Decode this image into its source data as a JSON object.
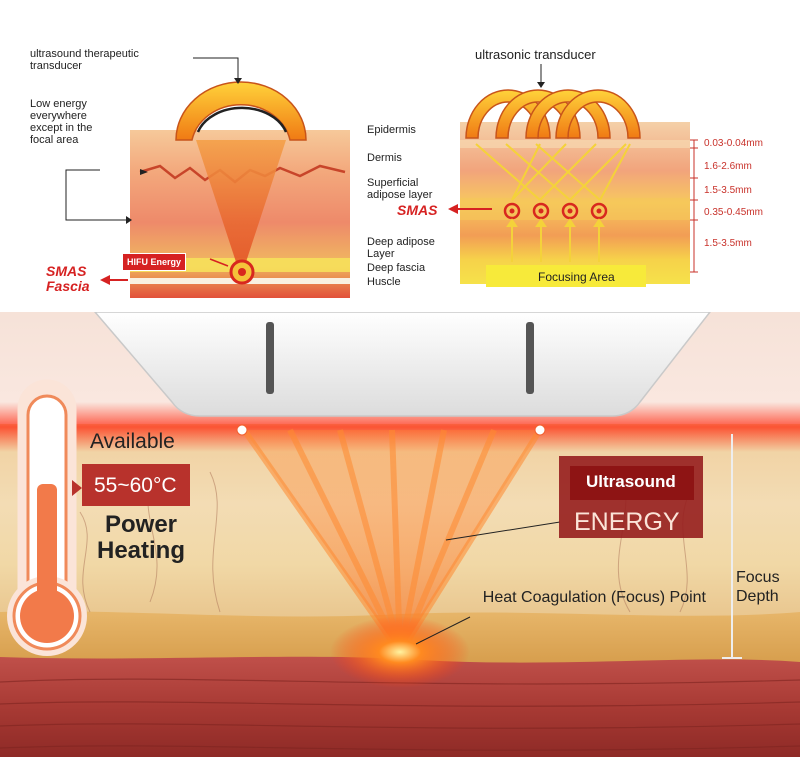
{
  "diagram_left": {
    "transducer_label": "ultrasound therapeutic transducer",
    "low_energy_note": "Low energy everywhere except in the focal area",
    "hifu_label": "HIFU Energy",
    "smas_fascia_label": "SMAS Fascia"
  },
  "layers": {
    "epidermis": "Epidermis",
    "dermis": "Dermis",
    "superficial_adipose": "Superficial adipose layer",
    "smas": "SMAS",
    "deep_adipose": "Deep adipose Layer",
    "deep_fascia": "Deep fascia",
    "muscle": "Huscle"
  },
  "diagram_right": {
    "transducer_label": "ultrasonic transducer",
    "focusing_area": "Focusing Area",
    "measurements": [
      "0.03-0.04mm",
      "1.6-2.6mm",
      "1.5-3.5mm",
      "0.35-0.45mm",
      "1.5-3.5mm"
    ]
  },
  "thermometer": {
    "available": "Available",
    "temperature": "55~60°C",
    "power_heating": "Power Heating"
  },
  "energy_box": {
    "title": "Ultrasound",
    "subtitle": "ENERGY"
  },
  "focus": {
    "heat_label": "Heat Coagulation (Focus) Point",
    "depth_label": "Focus Depth"
  },
  "colors": {
    "accent_red": "#c8312a",
    "dark_red": "#8e1414",
    "orange": "#f08a2a",
    "skin": "#f3d7ab"
  }
}
